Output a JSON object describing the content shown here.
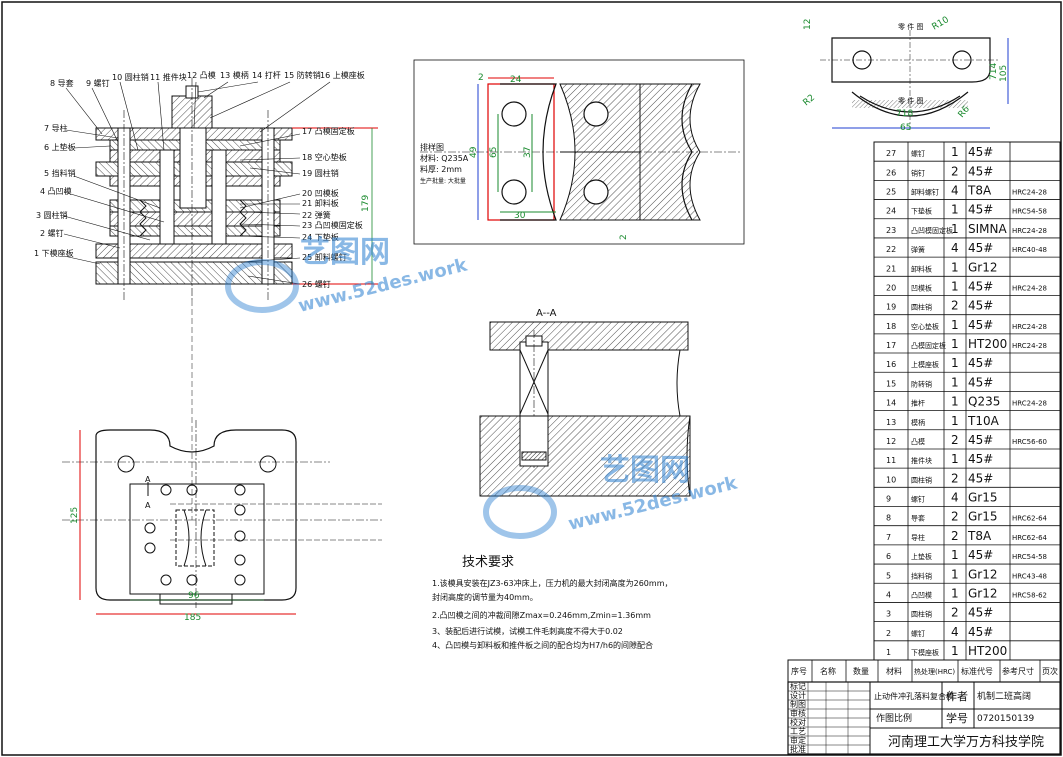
{
  "assembly_labels": [
    {
      "no": "8",
      "name": "导套"
    },
    {
      "no": "9",
      "name": "螺钉"
    },
    {
      "no": "10",
      "name": "圆柱销"
    },
    {
      "no": "11",
      "name": "推件块"
    },
    {
      "no": "12",
      "name": "凸模"
    },
    {
      "no": "13",
      "name": "模柄"
    },
    {
      "no": "14",
      "name": "打杆"
    },
    {
      "no": "15",
      "name": "防转销"
    },
    {
      "no": "16",
      "name": "上模座板"
    },
    {
      "no": "7",
      "name": "导柱"
    },
    {
      "no": "6",
      "name": "上垫板"
    },
    {
      "no": "5",
      "name": "挡料销"
    },
    {
      "no": "4",
      "name": "凸凹模"
    },
    {
      "no": "3",
      "name": "圆柱销"
    },
    {
      "no": "2",
      "name": "螺钉"
    },
    {
      "no": "1",
      "name": "下模座板"
    },
    {
      "no": "17",
      "name": "凸模固定板"
    },
    {
      "no": "18",
      "name": "空心垫板"
    },
    {
      "no": "19",
      "name": "圆柱销"
    },
    {
      "no": "20",
      "name": "凹模板"
    },
    {
      "no": "21",
      "name": "卸料板"
    },
    {
      "no": "22",
      "name": "弹簧"
    },
    {
      "no": "23",
      "name": "凸凹模固定板"
    },
    {
      "no": "24",
      "name": "下垫板"
    },
    {
      "no": "25",
      "name": "卸料螺钉"
    },
    {
      "no": "26",
      "name": "螺钉"
    }
  ],
  "dims": {
    "height_179": "179",
    "plan_125": "125",
    "plan_96": "96",
    "plan_185": "185",
    "strip_24": "24",
    "strip_65": "65",
    "strip_37": "37",
    "strip_30": "30",
    "strip_2": "2",
    "strip_2b": "2",
    "strip_49": "49",
    "part_12": "12",
    "part_r10": "R10",
    "part_714": "714",
    "part_105": "105",
    "part_65": "65",
    "part_718": "718",
    "part_r6": "R6",
    "part_r2": "R2"
  },
  "strip_spec": [
    "排样图",
    "材料: Q235A",
    "料厚: 2mm",
    "生产批量: 大批量"
  ],
  "section_label": "A--A",
  "section_mark": "A",
  "part_title": "零 件 图",
  "part_title2": "零 件 图",
  "tech_title": "技术要求",
  "tech_notes": [
    "1.该模具安装在JZ3-63冲床上，压力机的最大封闭高度为260mm，",
    "封闭高度的调节量为40mm。",
    "2.凸凹模之间的冲裁间隙Zmax=0.246mm,Zmin=1.36mm",
    "3、装配后进行试模，试模工件毛刺高度不得大于0.02",
    "4、凸凹模与卸料板和推件板之间的配合均为H7/h6的间隙配合"
  ],
  "bom_rows": [
    {
      "no": "27",
      "name": "螺钉",
      "qty": "1",
      "mat": "45#",
      "heat": ""
    },
    {
      "no": "26",
      "name": "销钉",
      "qty": "2",
      "mat": "45#",
      "heat": ""
    },
    {
      "no": "25",
      "name": "卸料螺钉",
      "qty": "4",
      "mat": "T8A",
      "heat": "HRC24-28"
    },
    {
      "no": "24",
      "name": "下垫板",
      "qty": "1",
      "mat": "45#",
      "heat": "HRC54-58"
    },
    {
      "no": "23",
      "name": "凸凹模固定板",
      "qty": "1",
      "mat": "SIMNA",
      "heat": "HRC24-28"
    },
    {
      "no": "22",
      "name": "弹簧",
      "qty": "4",
      "mat": "45#",
      "heat": "HRC40-48"
    },
    {
      "no": "21",
      "name": "卸料板",
      "qty": "1",
      "mat": "Gr12",
      "heat": ""
    },
    {
      "no": "20",
      "name": "凹模板",
      "qty": "1",
      "mat": "45#",
      "heat": "HRC24-28"
    },
    {
      "no": "19",
      "name": "圆柱销",
      "qty": "2",
      "mat": "45#",
      "heat": ""
    },
    {
      "no": "18",
      "name": "空心垫板",
      "qty": "1",
      "mat": "45#",
      "heat": "HRC24-28"
    },
    {
      "no": "17",
      "name": "凸模固定板",
      "qty": "1",
      "mat": "HT200",
      "heat": "HRC24-28"
    },
    {
      "no": "16",
      "name": "上模座板",
      "qty": "1",
      "mat": "45#",
      "heat": ""
    },
    {
      "no": "15",
      "name": "防转销",
      "qty": "1",
      "mat": "45#",
      "heat": ""
    },
    {
      "no": "14",
      "name": "推杆",
      "qty": "1",
      "mat": "Q235",
      "heat": "HRC24-28"
    },
    {
      "no": "13",
      "name": "模柄",
      "qty": "1",
      "mat": "T10A",
      "heat": ""
    },
    {
      "no": "12",
      "name": "凸模",
      "qty": "2",
      "mat": "45#",
      "heat": "HRC56-60"
    },
    {
      "no": "11",
      "name": "推件块",
      "qty": "1",
      "mat": "45#",
      "heat": ""
    },
    {
      "no": "10",
      "name": "圆柱销",
      "qty": "2",
      "mat": "45#",
      "heat": ""
    },
    {
      "no": "9",
      "name": "螺钉",
      "qty": "4",
      "mat": "Gr15",
      "heat": ""
    },
    {
      "no": "8",
      "name": "导套",
      "qty": "2",
      "mat": "Gr15",
      "heat": "HRC62-64"
    },
    {
      "no": "7",
      "name": "导柱",
      "qty": "2",
      "mat": "T8A",
      "heat": "HRC62-64"
    },
    {
      "no": "6",
      "name": "上垫板",
      "qty": "1",
      "mat": "45#",
      "heat": "HRC54-58"
    },
    {
      "no": "5",
      "name": "挡料销",
      "qty": "1",
      "mat": "Gr12",
      "heat": "HRC43-48"
    },
    {
      "no": "4",
      "name": "凸凹模",
      "qty": "1",
      "mat": "Gr12",
      "heat": "HRC58-62"
    },
    {
      "no": "3",
      "name": "圆柱销",
      "qty": "2",
      "mat": "45#",
      "heat": ""
    },
    {
      "no": "2",
      "name": "螺钉",
      "qty": "4",
      "mat": "45#",
      "heat": ""
    },
    {
      "no": "1",
      "name": "下模座板",
      "qty": "1",
      "mat": "HT200",
      "heat": ""
    }
  ],
  "bom_header": [
    "序号",
    "名称",
    "数量",
    "材料",
    "热处理(HRC)",
    "标准代号",
    "参考尺寸",
    "页次"
  ],
  "title_block": {
    "left_labels": [
      "标记",
      "设计",
      "制图",
      "审核",
      "校对",
      "工艺",
      "审定",
      "批准"
    ],
    "drawing_name": "止动件冲孔落料复合模",
    "author_label": "作者",
    "author_value": "机制二班高阔",
    "scale_label": "作图比例",
    "student_label": "学号",
    "student_value": "0720150139",
    "school": "河南理工大学万方科技学院"
  },
  "watermark": {
    "cn": "艺图网",
    "url": "www.52des.work"
  },
  "colors": {
    "line": "#111111",
    "dim": "#1a8a2e",
    "red": "#e00000",
    "blue": "#1f3fd0",
    "hatch": "#222222"
  }
}
